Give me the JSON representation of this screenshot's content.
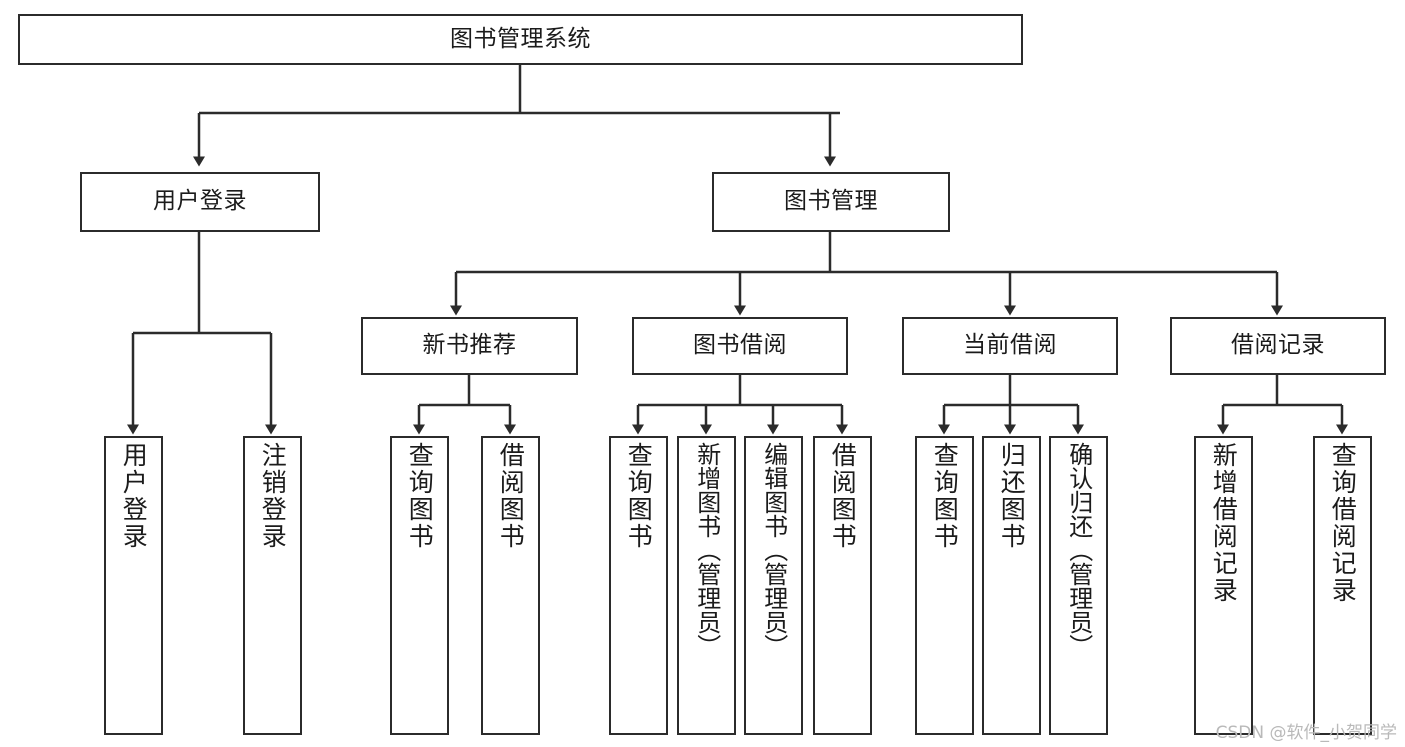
{
  "diagram": {
    "title": "图书管理系统",
    "type": "tree-hierarchy-chart",
    "root": {
      "label": "图书管理系统"
    },
    "level2": [
      {
        "label": "用户登录"
      },
      {
        "label": "图书管理"
      }
    ],
    "level3": [
      {
        "label": "新书推荐"
      },
      {
        "label": "图书借阅"
      },
      {
        "label": "当前借阅"
      },
      {
        "label": "借阅记录"
      }
    ],
    "leaves": {
      "user_login": [
        {
          "label": "用户登录"
        },
        {
          "label": "注销登录"
        }
      ],
      "new_book_recommend": [
        {
          "label": "查询图书"
        },
        {
          "label": "借阅图书"
        }
      ],
      "book_borrow": [
        {
          "label": "查询图书"
        },
        {
          "label": "新增图书（管理员）"
        },
        {
          "label": "编辑图书（管理员）"
        },
        {
          "label": "借阅图书"
        }
      ],
      "current_borrow": [
        {
          "label": "查询图书"
        },
        {
          "label": "归还图书"
        },
        {
          "label": "确认归还（管理员）"
        }
      ],
      "borrow_record": [
        {
          "label": "新增借阅记录"
        },
        {
          "label": "查询借阅记录"
        }
      ]
    }
  },
  "watermark": {
    "text": "CSDN @软件_小贺同学"
  },
  "colors": {
    "stroke": "#2b2b2b",
    "background": "#ffffff",
    "text": "#1b1b1b",
    "watermark": "#b9b9b9"
  }
}
